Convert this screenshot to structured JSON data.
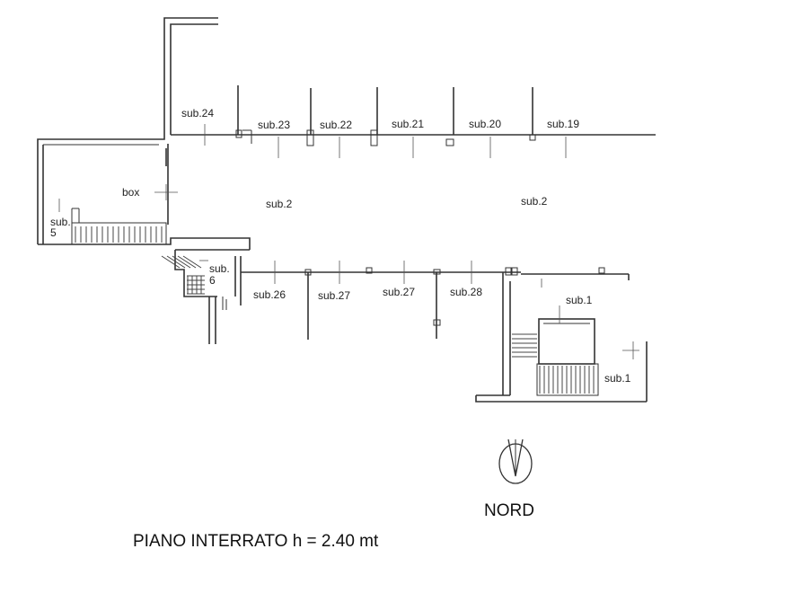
{
  "floor_plan": {
    "units": {
      "sub24": "sub.24",
      "sub23": "sub.23",
      "sub22": "sub.22",
      "sub21": "sub.21",
      "sub20": "sub.20",
      "sub19": "sub.19",
      "box": "box",
      "sub2_left": "sub.2",
      "sub2_right": "sub.2",
      "sub5_line1": "sub.",
      "sub5_line2": "5",
      "sub6_line1": "sub.",
      "sub6_line2": "6",
      "sub26": "sub.26",
      "sub27a": "sub.27",
      "sub27b": "sub.27",
      "sub28": "sub.28",
      "sub1_top": "sub.1",
      "sub1_bottom": "sub.1"
    },
    "compass_label": "NORD",
    "caption": "PIANO INTERRATO h = 2.40 mt"
  }
}
